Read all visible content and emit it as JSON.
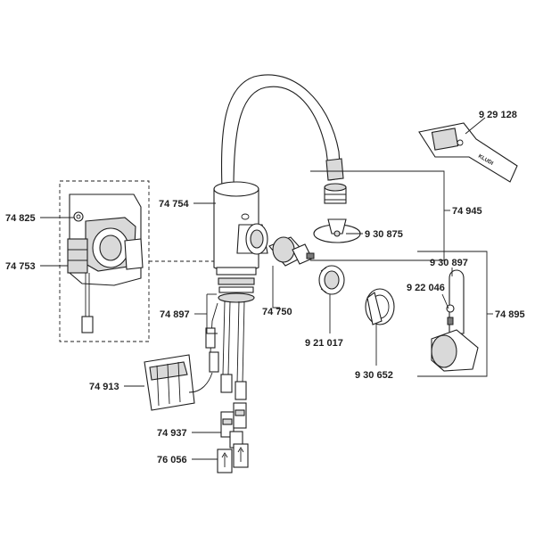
{
  "labels": {
    "p74825": "74 825",
    "p74753": "74 753",
    "p74754": "74 754",
    "p74897": "74 897",
    "p74750": "74 750",
    "p74913": "74 913",
    "p74937": "74 937",
    "p76056": "76 056",
    "p921017": "9 21 017",
    "p930652": "9 30 652",
    "p930875": "9 30 875",
    "p74945": "74 945",
    "p929128": "9 29 128",
    "p930897": "9 30 897",
    "p922046": "9 22 046",
    "p74895": "74 895"
  },
  "wrench": {
    "brand": "KLUDI"
  }
}
